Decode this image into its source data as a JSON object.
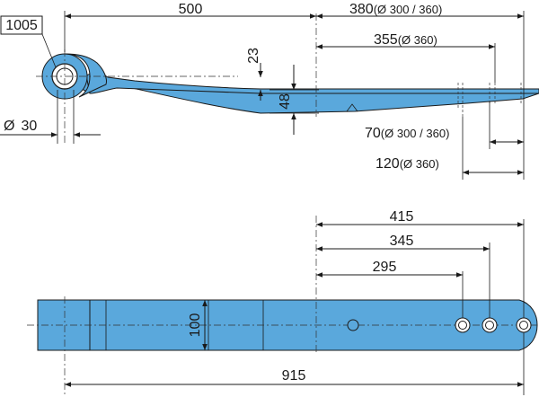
{
  "part_number": "1005",
  "side_view": {
    "dim_500": "500",
    "dim_380_main": "380",
    "dim_380_note": "(Ø 300 / 360)",
    "dim_355_main": "355",
    "dim_355_note": "(Ø 360)",
    "dim_23": "23",
    "dim_48": "48",
    "dim_eye_prefix": "Ø",
    "dim_eye_value": "30",
    "dim_70_main": "70",
    "dim_70_note": "(Ø 300 / 360)",
    "dim_120_main": "120",
    "dim_120_note": "(Ø 360)"
  },
  "top_view": {
    "dim_415": "415",
    "dim_345": "345",
    "dim_295": "295",
    "dim_100": "100",
    "dim_915": "915"
  },
  "colors": {
    "part_fill": "#5aa8dc",
    "line": "#1a1a1a"
  }
}
